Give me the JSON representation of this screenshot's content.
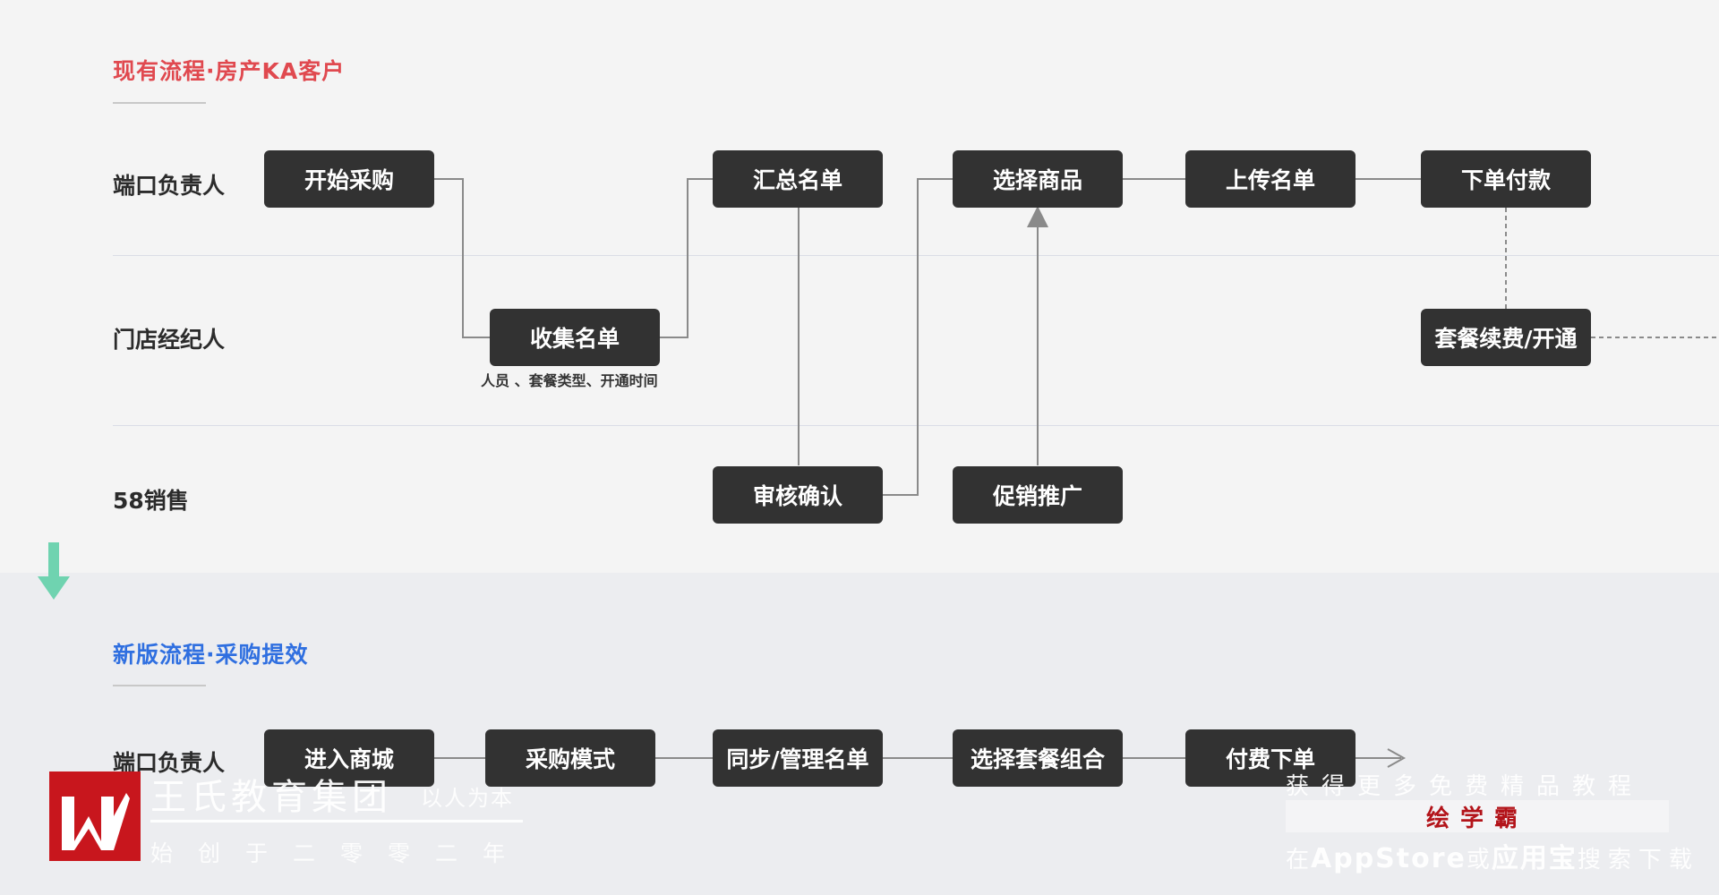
{
  "section_old": {
    "title": "现有流程·房产KA客户",
    "title_color": "#e0494f",
    "lanes": [
      "端口负责人",
      "门店经纪人",
      "58销售"
    ],
    "nodes": {
      "start_purchase": "开始采购",
      "collect_list": "收集名单",
      "summary_list": "汇总名单",
      "select_product": "选择商品",
      "upload_list": "上传名单",
      "place_order_pay": "下单付款",
      "package_renew": "套餐续费/开通",
      "review_confirm": "审核确认",
      "promotion": "促销推广"
    },
    "collect_note": "人员 、套餐类型、开通时间"
  },
  "section_new": {
    "title": "新版流程·采购提效",
    "title_color": "#2f6fe0",
    "lane": "端口负责人",
    "nodes": {
      "enter_mall": "进入商城",
      "purchase_mode": "采购模式",
      "sync_manage_list": "同步/管理名单",
      "select_package_combo": "选择套餐组合",
      "pay_order": "付费下单"
    }
  },
  "watermark": {
    "org_name": "王氏教育集团",
    "slogan": "以人为本",
    "founded": "始创于二零零二年"
  },
  "ad": {
    "top_text": "获得更多免费精品教程",
    "app_name": "绘学霸",
    "bottom_prefix": "在",
    "bottom_appstore": "AppStore",
    "bottom_or": "或",
    "bottom_yyb": "应用宝",
    "bottom_suffix": "搜索下载"
  },
  "colors": {
    "node_bg": "#323232",
    "accent_teal": "#6fd3b0",
    "logo_red": "#c8161d"
  }
}
